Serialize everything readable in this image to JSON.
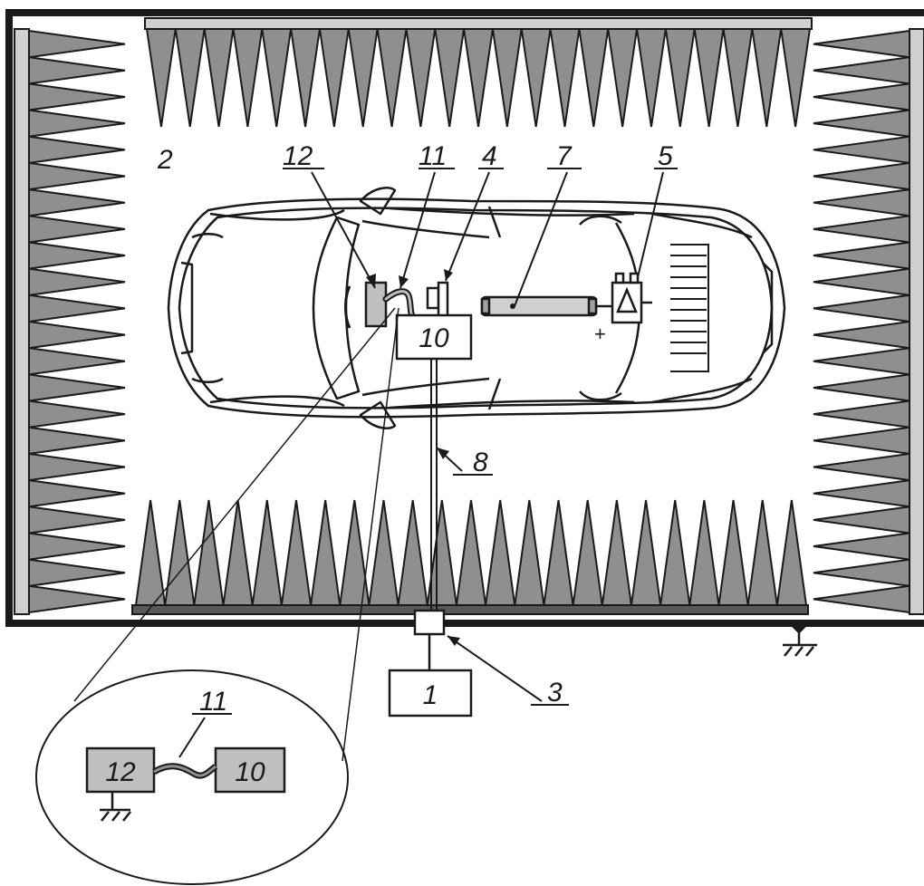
{
  "colors": {
    "absorber": "#8f8f8f",
    "box_fill": "#bfbfbf",
    "line": "#1a1a1a",
    "background": "#ffffff"
  },
  "labels": {
    "chamber": "2",
    "harness_top": "12",
    "cable_top": "11",
    "device_4": "4",
    "device_7": "7",
    "device_5": "5",
    "cable_8": "8",
    "box_top": "10",
    "generator": "1",
    "feedthrough": "3",
    "detail_cable": "11",
    "detail_left": "12",
    "detail_right": "10",
    "polarity": "+"
  },
  "icons": {
    "ground": "ground-icon",
    "battery": "battery-icon",
    "antenna": "antenna-icon"
  }
}
